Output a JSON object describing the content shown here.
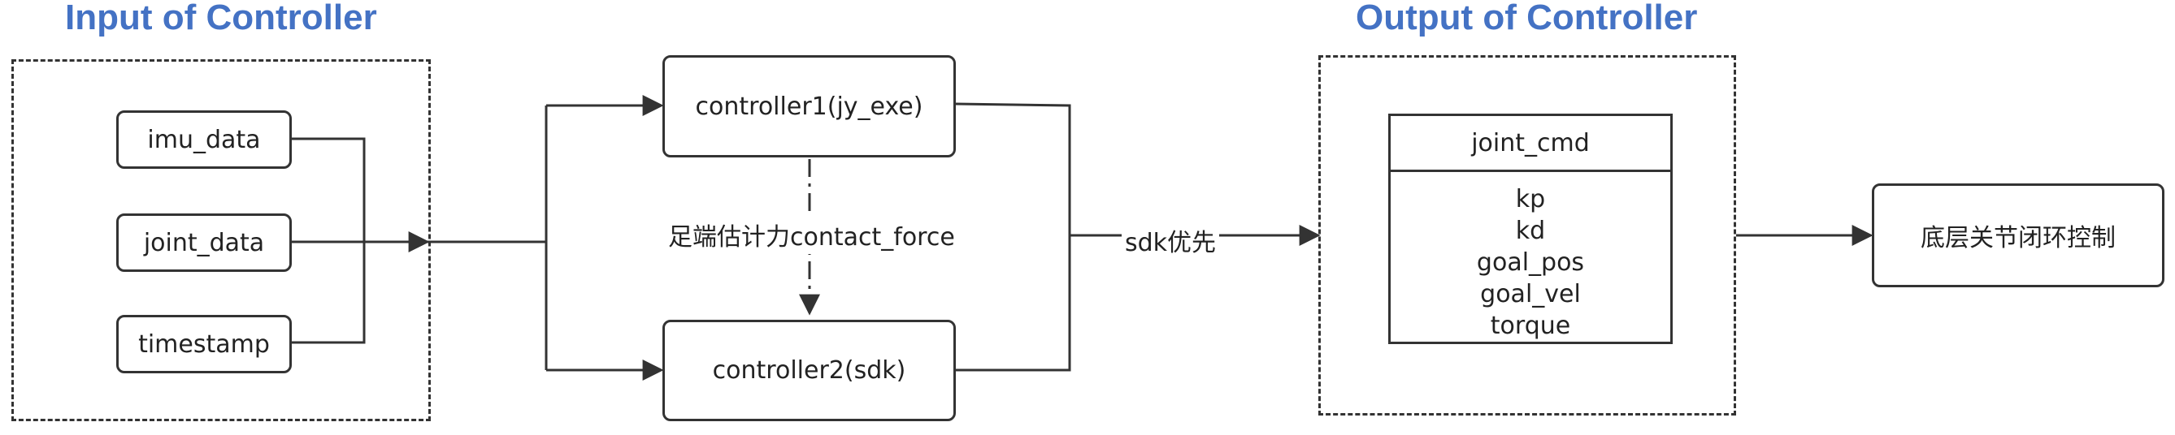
{
  "input_section": {
    "title": "Input of Controller",
    "items": [
      "imu_data",
      "joint_data",
      "timestamp"
    ]
  },
  "controllers": {
    "controller1": "controller1(jy_exe)",
    "controller2": "controller2(sdk)",
    "contact_label": "足端估计力contact_force"
  },
  "priority_label": "sdk优先",
  "output_section": {
    "title": "Output of Controller",
    "joint_cmd": {
      "header": "joint_cmd",
      "fields": [
        "kp",
        "kd",
        "goal_pos",
        "goal_vel",
        "torque"
      ]
    }
  },
  "final_box": "底层关节闭环控制",
  "colors": {
    "heading": "#4472c4",
    "line": "#333333"
  }
}
